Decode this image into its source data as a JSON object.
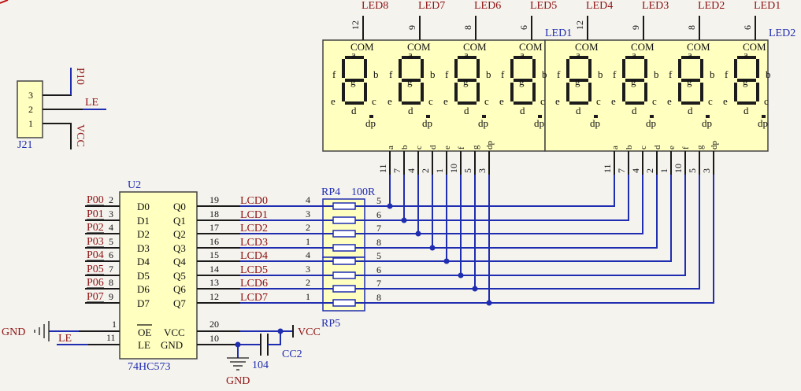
{
  "display": {
    "digits": [
      {
        "label": "LED8",
        "pin": "12"
      },
      {
        "label": "LED7",
        "pin": "9"
      },
      {
        "label": "LED6",
        "pin": "8"
      },
      {
        "label": "LED5",
        "pin": "6"
      },
      {
        "label": "LED4",
        "pin": "12"
      },
      {
        "label": "LED3",
        "pin": "9"
      },
      {
        "label": "LED2",
        "pin": "8"
      },
      {
        "label": "LED1",
        "pin": "6"
      }
    ],
    "module_left": "LED1",
    "module_right": "LED2",
    "com_label": "COM",
    "segment_letters": [
      "a",
      "b",
      "c",
      "d",
      "e",
      "f",
      "g",
      "dp"
    ],
    "segment_pins": [
      "11",
      "7",
      "4",
      "2",
      "1",
      "10",
      "5",
      "3"
    ]
  },
  "latch": {
    "ref": "U2",
    "part": "74HC573",
    "d_pins": [
      "2",
      "3",
      "4",
      "5",
      "6",
      "7",
      "8",
      "9"
    ],
    "d_names": [
      "D0",
      "D1",
      "D2",
      "D3",
      "D4",
      "D5",
      "D6",
      "D7"
    ],
    "q_names": [
      "Q0",
      "Q1",
      "Q2",
      "Q3",
      "Q4",
      "Q5",
      "Q6",
      "Q7"
    ],
    "q_pins": [
      "19",
      "18",
      "17",
      "16",
      "15",
      "14",
      "13",
      "12"
    ],
    "oe_pin": "1",
    "oe_name": "OE",
    "le_pin": "11",
    "le_name": "LE",
    "vcc_pin": "20",
    "vcc_name": "VCC",
    "gnd_pin": "10",
    "gnd_name": "GND"
  },
  "ports": [
    "P00",
    "P01",
    "P02",
    "P03",
    "P04",
    "P05",
    "P06",
    "P07"
  ],
  "lcd_nets": [
    "LCD0",
    "LCD1",
    "LCD2",
    "LCD3",
    "LCD4",
    "LCD5",
    "LCD6",
    "LCD7"
  ],
  "resistor_packs": {
    "rp4_ref": "RP4",
    "rp4_value": "100R",
    "rp5_ref": "RP5",
    "left_pins": [
      "4",
      "3",
      "2",
      "1",
      "4",
      "3",
      "2",
      "1"
    ],
    "right_pins": [
      "5",
      "6",
      "7",
      "8",
      "5",
      "6",
      "7",
      "8"
    ]
  },
  "header": {
    "ref": "J21",
    "pin_numbers": [
      "3",
      "2",
      "1"
    ],
    "net_p10": "P10",
    "net_le": "LE",
    "net_vcc": "VCC"
  },
  "power": {
    "gnd_left": "GND",
    "le_left": "LE",
    "vcc_right": "VCC",
    "gnd_bottom": "GND",
    "cap_ref": "CC2",
    "cap_value": "104"
  },
  "colors": {
    "wire": "#1f2db0",
    "net_label": "#8c1212",
    "display_fill": "#ffffc0",
    "segment": "#1c1c1c",
    "background": "#f5f3ee"
  }
}
